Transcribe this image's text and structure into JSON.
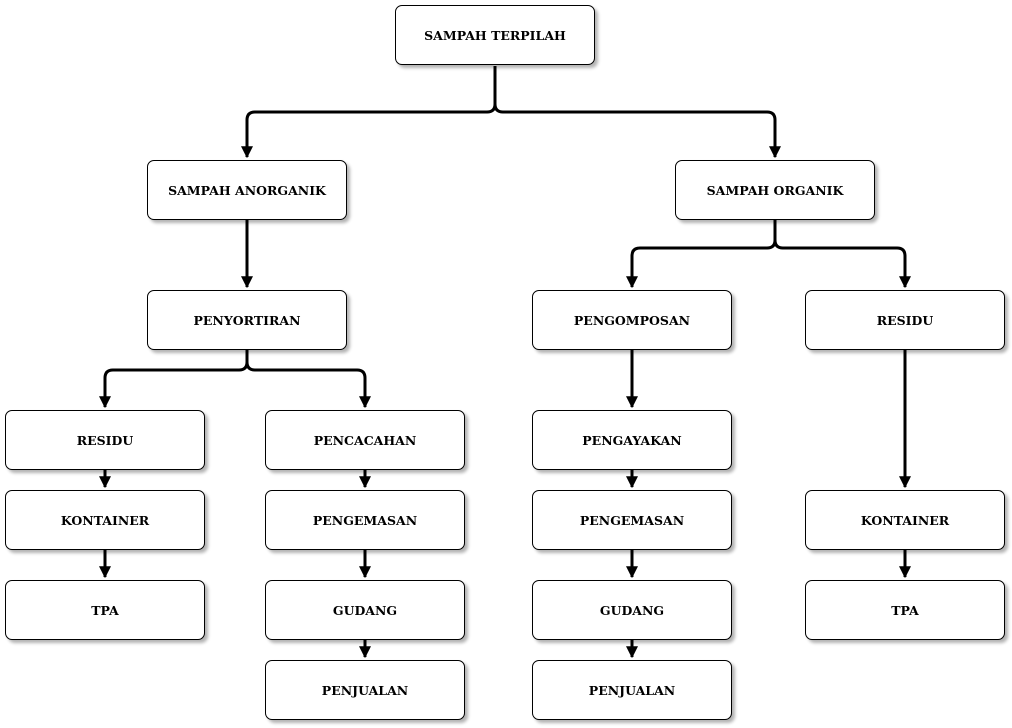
{
  "diagram": {
    "nodes": {
      "root": "SAMPAH TERPILAH",
      "anorganik": "SAMPAH ANORGANIK",
      "organik": "SAMPAH ORGANIK",
      "penyortiran": "PENYORTIRAN",
      "pengomposan": "PENGOMPOSAN",
      "residu_organik": "RESIDU",
      "residu_anorganik": "RESIDU",
      "kontainer_anorganik": "KONTAINER",
      "tpa_anorganik": "TPA",
      "pencacahan": "PENCACAHAN",
      "pengemasan_anorganik": "PENGEMASAN",
      "gudang_anorganik": "GUDANG",
      "penjualan_anorganik": "PENJUALAN",
      "pengayakan": "PENGAYAKAN",
      "pengemasan_organik": "PENGEMASAN",
      "gudang_organik": "GUDANG",
      "penjualan_organik": "PENJUALAN",
      "kontainer_organik": "KONTAINER",
      "tpa_organik": "TPA"
    },
    "edges": [
      [
        "root",
        "anorganik"
      ],
      [
        "root",
        "organik"
      ],
      [
        "anorganik",
        "penyortiran"
      ],
      [
        "penyortiran",
        "residu_anorganik"
      ],
      [
        "penyortiran",
        "pencacahan"
      ],
      [
        "residu_anorganik",
        "kontainer_anorganik"
      ],
      [
        "kontainer_anorganik",
        "tpa_anorganik"
      ],
      [
        "pencacahan",
        "pengemasan_anorganik"
      ],
      [
        "pengemasan_anorganik",
        "gudang_anorganik"
      ],
      [
        "gudang_anorganik",
        "penjualan_anorganik"
      ],
      [
        "organik",
        "pengomposan"
      ],
      [
        "organik",
        "residu_organik"
      ],
      [
        "pengomposan",
        "pengayakan"
      ],
      [
        "pengayakan",
        "pengemasan_organik"
      ],
      [
        "pengemasan_organik",
        "gudang_organik"
      ],
      [
        "gudang_organik",
        "penjualan_organik"
      ],
      [
        "residu_organik",
        "kontainer_organik"
      ],
      [
        "kontainer_organik",
        "tpa_organik"
      ]
    ],
    "colors": {
      "stroke": "#000000",
      "fill": "#ffffff"
    }
  }
}
